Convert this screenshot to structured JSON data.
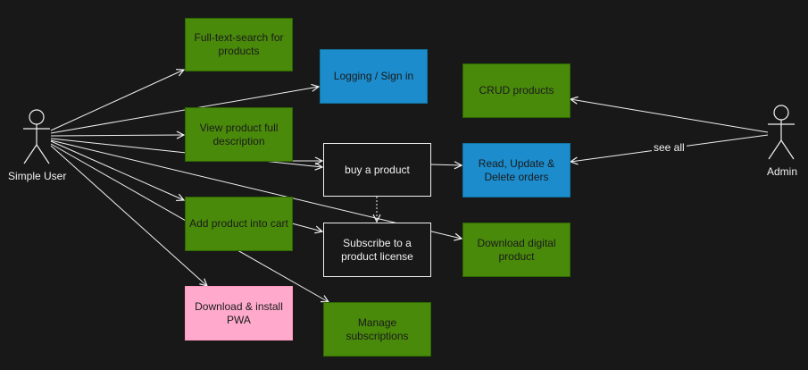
{
  "actors": {
    "user": "Simple User",
    "admin": "Admin"
  },
  "use_cases": {
    "search": "Full-text-search for products",
    "login": "Logging / Sign in",
    "view_desc": "View product full description",
    "buy": "buy a product",
    "add_cart": "Add product into cart",
    "subscribe": "Subscribe to a product license",
    "download_pwa": "Download & install PWA",
    "manage_subs": "Manage subscriptions",
    "crud": "CRUD products",
    "orders": "Read, Update & Delete orders",
    "download_digital": "Download digital product"
  },
  "edge_labels": {
    "see_all": "see all"
  },
  "colors": {
    "background": "#181818",
    "green": "#4a8a0b",
    "blue": "#1c8ccc",
    "pink": "#ffaacc",
    "line": "#f0f0f0"
  }
}
